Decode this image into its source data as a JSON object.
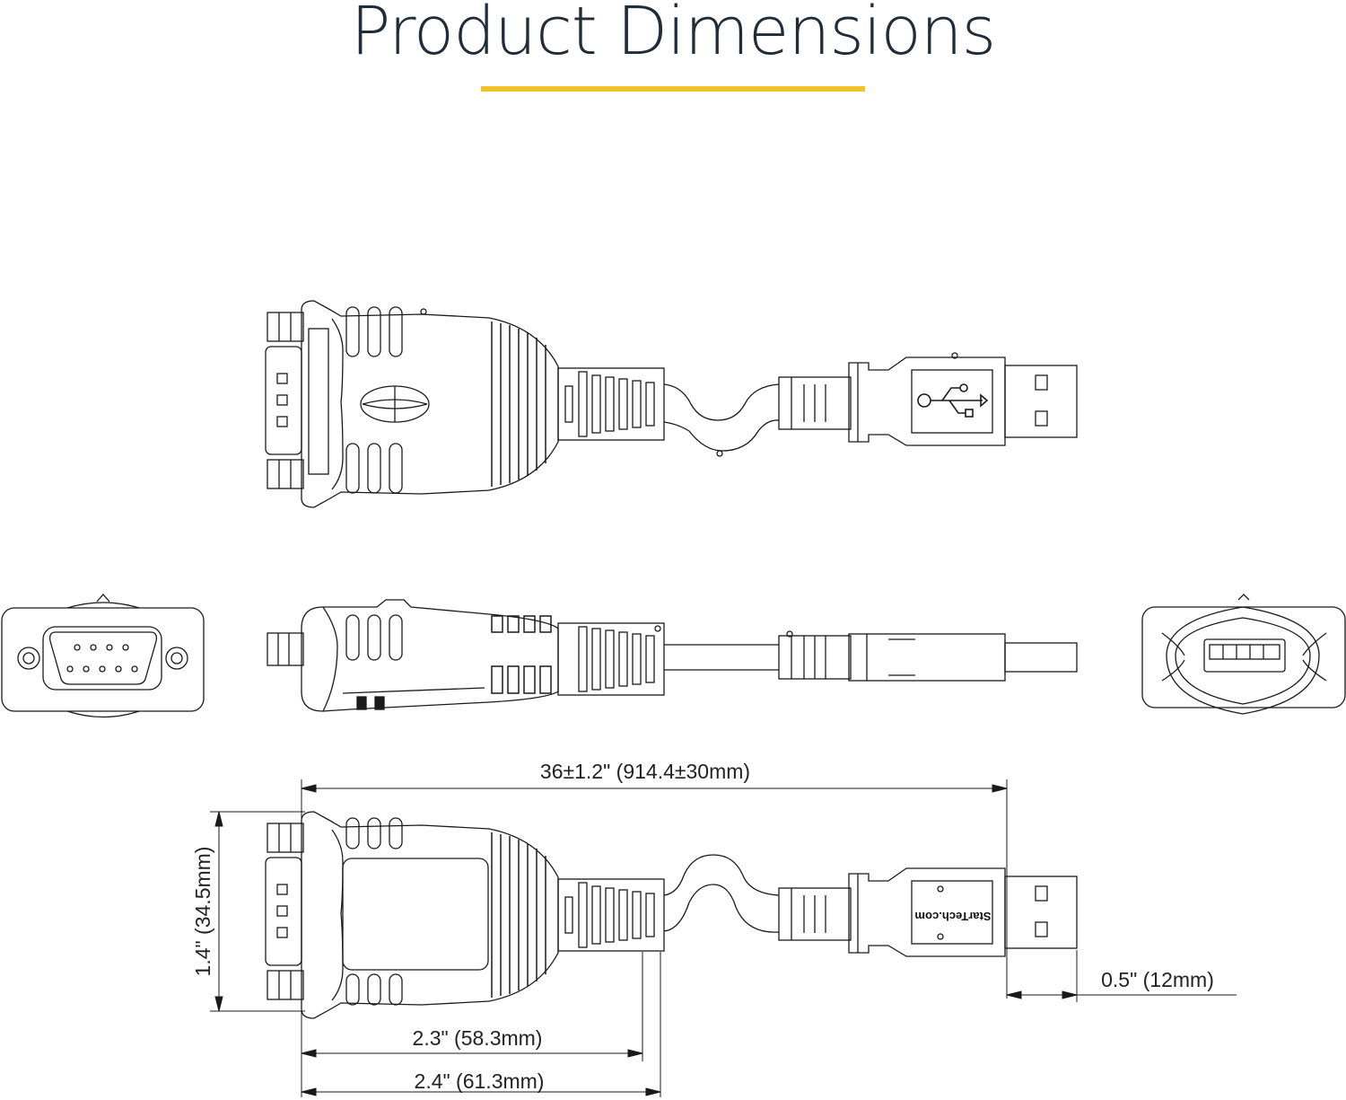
{
  "title": "Product Dimensions",
  "colors": {
    "accent": "#f2c229",
    "line": "#1a1a1a",
    "title": "#1f2d3a"
  },
  "icons": {
    "usb": "usb-trident-icon"
  },
  "dimensions": {
    "overall_length": "36±1.2\" (914.4±30mm)",
    "height": "1.4\" (34.5mm)",
    "usb_plug_thickness": "0.5\" (12mm)",
    "housing_length": "2.3\" (58.3mm)",
    "housing_with_strain_relief": "2.4\" (61.3mm)"
  },
  "brand_label": "StarTech.com"
}
